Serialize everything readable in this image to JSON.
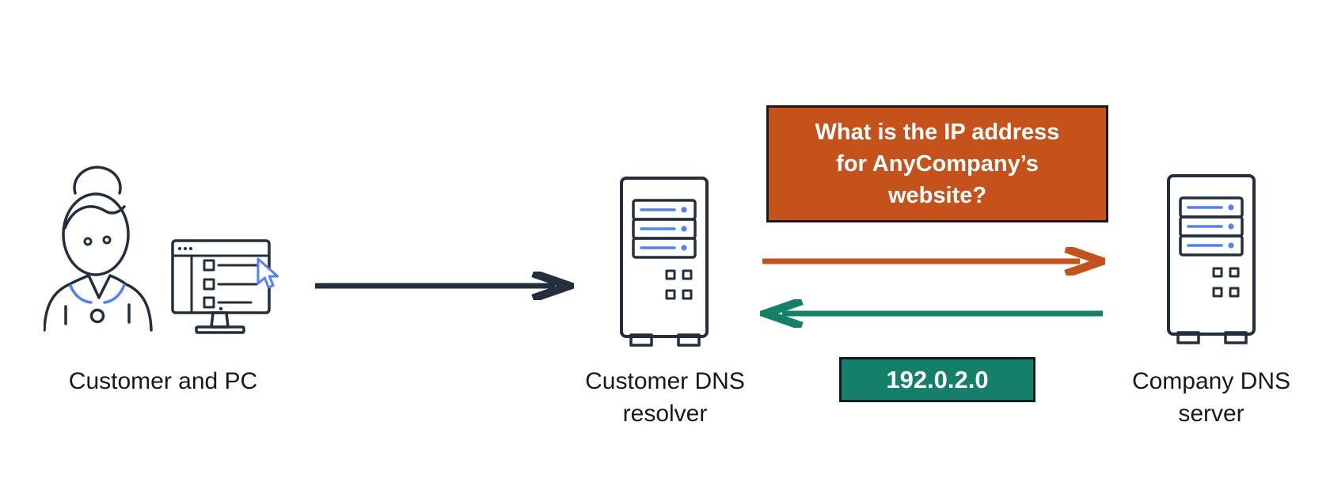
{
  "colors": {
    "background": "#ffffff",
    "outline": "#232f3e",
    "accent": "#527fff",
    "orange": "#c6521b",
    "green": "#15806a",
    "text": "#16191f",
    "border": "#16191f",
    "white": "#ffffff"
  },
  "nodes": {
    "customer": {
      "label": "Customer and PC",
      "icon": "customer-and-pc"
    },
    "resolver": {
      "line1": "Customer DNS",
      "line2": "resolver",
      "icon": "dns-server-tower"
    },
    "company": {
      "line1": "Company DNS",
      "line2": "server",
      "icon": "dns-server-tower"
    }
  },
  "messages": {
    "query": {
      "line1": "What is the IP address",
      "line2": "for AnyCompany’s",
      "line3": "website?"
    },
    "response": {
      "text": "192.0.2.0"
    }
  },
  "arrows": {
    "request": {
      "from": "customer",
      "to": "resolver",
      "direction": "right",
      "color": "#232f3e"
    },
    "query": {
      "from": "resolver",
      "to": "company",
      "direction": "right",
      "color": "#c6521b"
    },
    "response": {
      "from": "company",
      "to": "resolver",
      "direction": "left",
      "color": "#15806a"
    }
  }
}
